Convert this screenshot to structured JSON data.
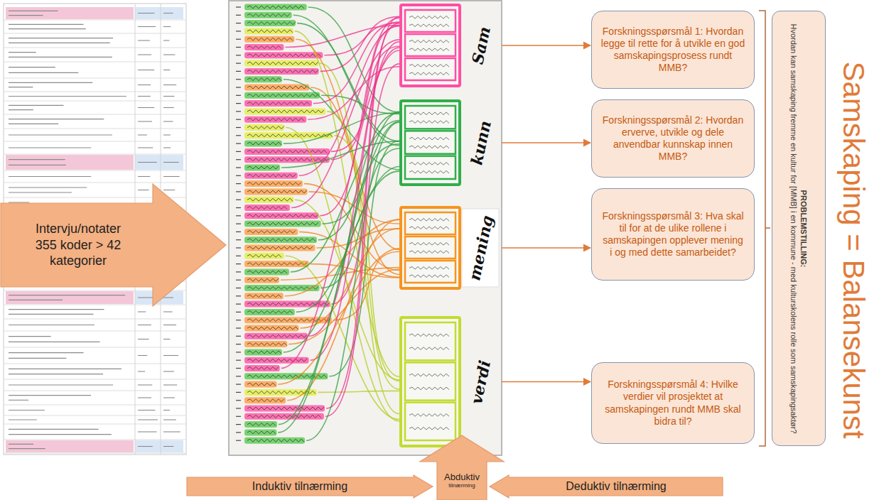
{
  "diagram": {
    "nodes": [
      {
        "text": [
          "Intervju/notater 355 koder > 42 kategorier"
        ]
      },
      {
        "text": [
          "Sam"
        ]
      },
      {
        "text": [
          "kunn"
        ]
      },
      {
        "text": [
          "mening"
        ]
      },
      {
        "text": [
          "verdi"
        ]
      },
      {
        "text": [
          "Forskningsspørsmål 1: Hvordan legge til rette for å utvikle en god samskapingsprosess rundt MMB?"
        ]
      },
      {
        "text": [
          "Forskningsspørsmål 2: Hvordan erverve, utvikle og dele anvendbar kunnskap innen MMB?"
        ]
      },
      {
        "text": [
          "Forskningsspørsmål 3: Hva skal til for at de ulike rollene i samskapingen opplever mening i og med dette samarbeidet?"
        ]
      },
      {
        "text": [
          "Forskningsspørsmål 4: Hvilke verdier vil prosjektet at samskapingen rundt MMB skal bidra til?"
        ]
      },
      {
        "text": [
          "PROBLEMSTILLING:",
          "Hvordan kan samskaping fremme en kultur for [MMB] i en kommune - med kulturskolens rolle som samskapingsaktør?"
        ]
      },
      {
        "text": [
          "Induktiv tilnærming"
        ]
      },
      {
        "text": [
          "Abduktiv",
          "tilnærming"
        ]
      },
      {
        "text": [
          "Deduktiv tilnærming"
        ]
      }
    ],
    "edges": [
      {
        "from": 1,
        "to": 5,
        "arrow": "to"
      },
      {
        "from": 2,
        "to": 6,
        "arrow": "to"
      },
      {
        "from": 3,
        "to": 7,
        "arrow": "to"
      },
      {
        "from": 4,
        "to": 8,
        "arrow": "to"
      }
    ],
    "labels": [
      "Samskaping = Balansekunst"
    ]
  }
}
